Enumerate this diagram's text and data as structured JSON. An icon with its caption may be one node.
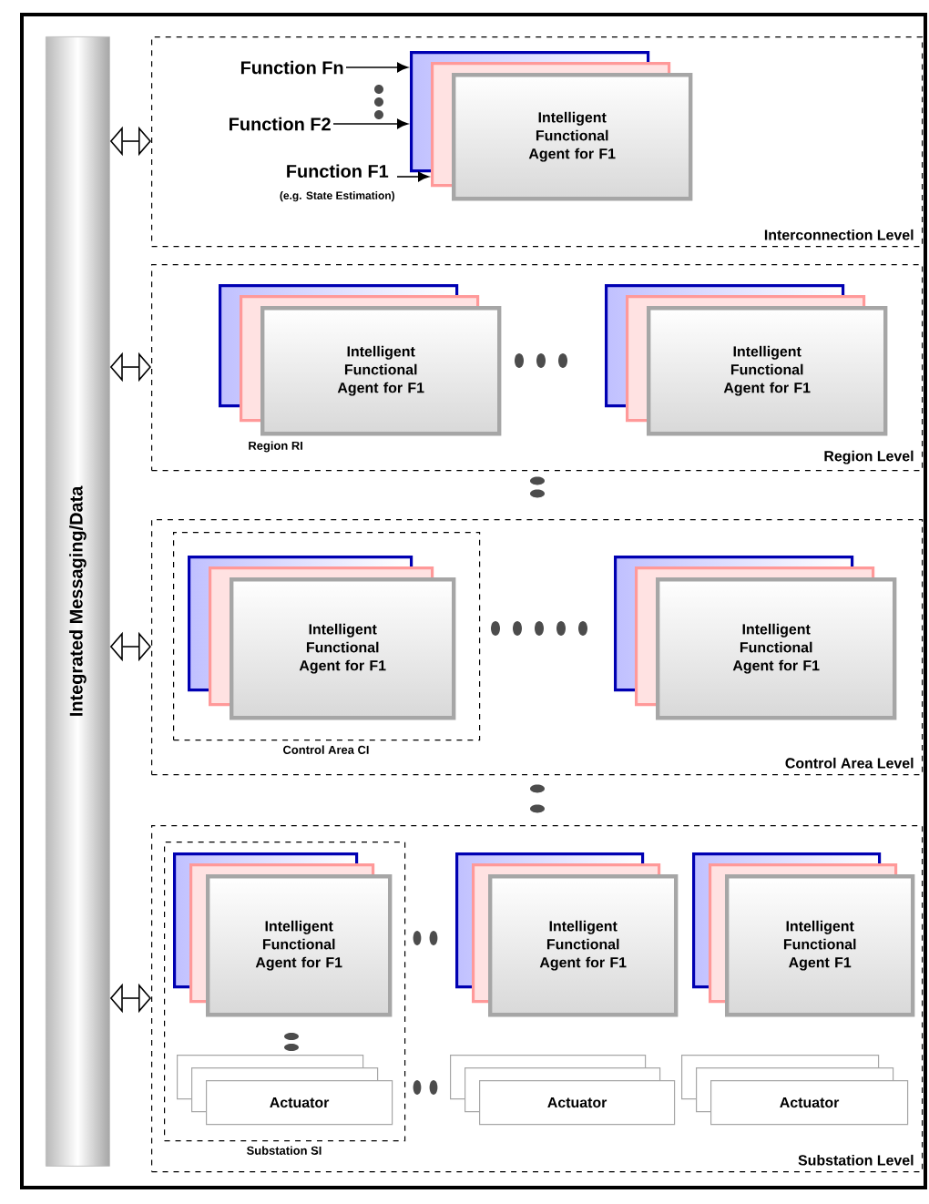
{
  "diagram": {
    "nodes": [
      {
        "text": [
          "Integrated Messaging/Data"
        ]
      },
      {
        "text": [
          "Interconnection Level"
        ]
      },
      {
        "text": [
          "Function Fn"
        ],
        "in": 1
      },
      {
        "text": [
          "Function F2"
        ],
        "in": 1
      },
      {
        "text": [
          "Function F1",
          "(e.g. State Estimation)"
        ],
        "in": 1
      },
      {
        "text": [
          "Intelligent Functional Agent for F1"
        ],
        "in": 1
      },
      {
        "text": [
          "Region Level"
        ]
      },
      {
        "text": [
          "Intelligent Functional Agent for F1"
        ],
        "in": 6,
        "beside": [
          "Region RI"
        ]
      },
      {
        "text": [
          "Intelligent Functional Agent for F1"
        ],
        "in": 6
      },
      {
        "text": [
          "Control Area Level"
        ]
      },
      {
        "text": [
          "Control Area CI"
        ],
        "in": 9
      },
      {
        "text": [
          "Intelligent Functional Agent for F1"
        ],
        "in": 10
      },
      {
        "text": [
          "Intelligent Functional Agent for F1"
        ],
        "in": 9
      },
      {
        "text": [
          "Substation Level"
        ]
      },
      {
        "text": [
          "Substation SI"
        ],
        "in": 13
      },
      {
        "text": [
          "Intelligent Functional Agent for F1"
        ],
        "in": 14
      },
      {
        "text": [
          "Actuator"
        ],
        "in": 14
      },
      {
        "text": [
          "Intelligent Functional Agent for F1"
        ],
        "in": 13
      },
      {
        "text": [
          "Actuator"
        ],
        "in": 13
      },
      {
        "text": [
          "Intelligent Functional Agent F1"
        ],
        "in": 13
      },
      {
        "text": [
          "Actuator"
        ],
        "in": 13
      }
    ],
    "edges": [
      {
        "from": 0,
        "to": 1,
        "arrow": "both"
      },
      {
        "from": 0,
        "to": 6,
        "arrow": "both"
      },
      {
        "from": 0,
        "to": 9,
        "arrow": "both"
      },
      {
        "from": 0,
        "to": 13,
        "arrow": "both"
      },
      {
        "from": 2,
        "to": 5,
        "arrow": "to"
      },
      {
        "from": 3,
        "to": 5,
        "arrow": "to"
      },
      {
        "from": 4,
        "to": 5,
        "arrow": "to"
      }
    ]
  }
}
